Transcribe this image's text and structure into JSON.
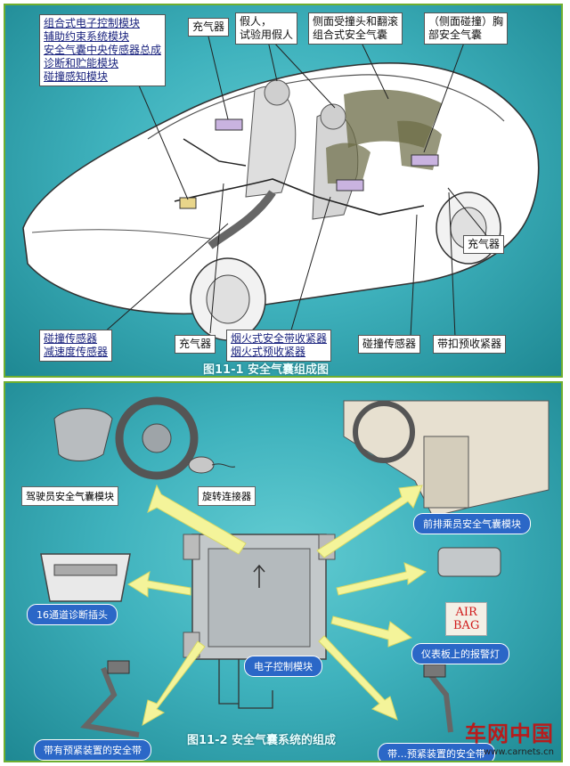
{
  "top": {
    "module_lines": [
      "组合式电子控制模块",
      "辅助约束系统模块",
      "安全气囊中央传感器总成",
      "诊断和贮能模块",
      "碰撞感知模块"
    ],
    "inflator_top": "充气器",
    "dummy_lines": [
      "假人，",
      "试验用假人"
    ],
    "side_head_lines": [
      "侧面受撞头和翻滚",
      "组合式安全气囊"
    ],
    "side_chest_lines": [
      "（侧面碰撞）胸",
      "部安全气囊"
    ],
    "inflator_right": "充气器",
    "crash_sensor_left_lines": [
      "碰撞传感器",
      "减速度传感器"
    ],
    "inflator_bottom": "充气器",
    "pyro_lines": [
      "烟火式安全带收紧器",
      "烟火式预收紧器"
    ],
    "crash_sensor_bottom": "碰撞传感器",
    "buckle": "带扣预收紧器",
    "caption": "图11-1   安全气囊组成图"
  },
  "bottom": {
    "driver": "驾驶员安全气囊模块",
    "clock": "旋转连接器",
    "passenger": "前排乘员安全气囊模块",
    "diag": "16通道诊断插头",
    "warning_lamp": "仪表板上的报警灯",
    "ecm": "电子控制模块",
    "belt": "带有预紧装置的安全带",
    "buckle_partial": "带…预紧装置的安全带",
    "airbag_lines": [
      "AIR",
      "BAG"
    ],
    "caption": "图11-2   安全气囊系统的组成",
    "watermark": "车网中国",
    "watermark_url": "www.carnets.cn"
  },
  "colors": {
    "border": "#6fae2f",
    "teal": "#3fb2bd",
    "pill": "#2b67c7",
    "arrow": "#f4f49a"
  }
}
